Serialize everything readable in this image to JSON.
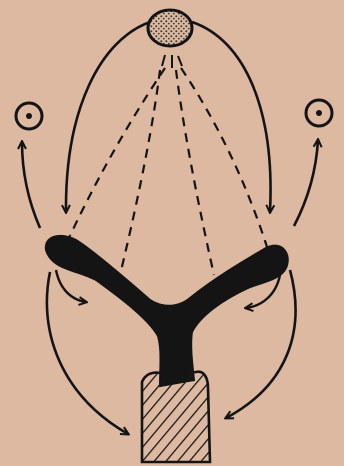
{
  "figure": {
    "type": "hand-drawn anatomical schematic",
    "text_labels": [],
    "colors": {
      "paper": "#dcb9a0",
      "ink": "#141414",
      "stipple": "#3a3a3a",
      "hatch": "#181818"
    },
    "elements": [
      "top-circle-icon",
      "left-circle-marker-icon",
      "right-circle-marker-icon",
      "y-shaped-dark-body",
      "hatched-base-block",
      "curved-arrows",
      "dashed-converging-lines"
    ]
  }
}
